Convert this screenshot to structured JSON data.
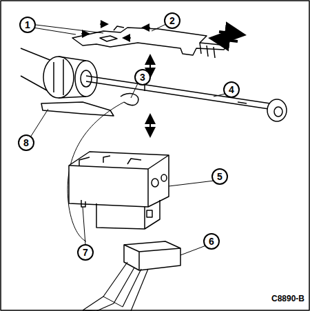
{
  "diagram": {
    "nodes": [
      {
        "text": [
          "1"
        ]
      },
      {
        "text": [
          "2"
        ]
      },
      {
        "text": [
          "3"
        ]
      },
      {
        "text": [
          "4"
        ]
      },
      {
        "text": [
          "5"
        ]
      },
      {
        "text": [
          "6"
        ]
      },
      {
        "text": [
          "7"
        ]
      },
      {
        "text": [
          "8"
        ]
      }
    ],
    "labels": [
      "C8890-B"
    ]
  }
}
